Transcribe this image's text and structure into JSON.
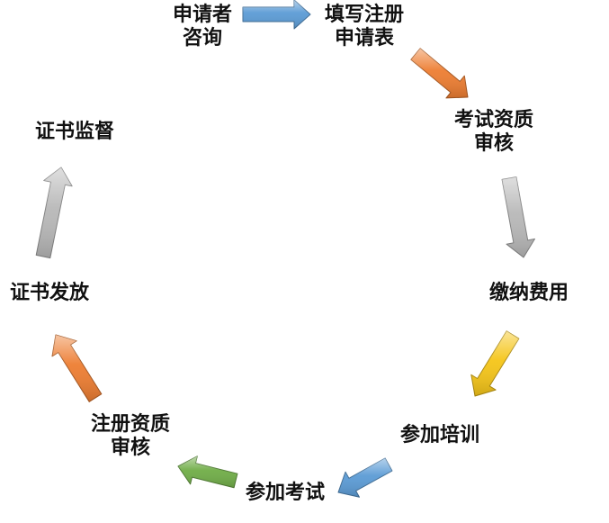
{
  "steps": [
    {
      "id": "s1",
      "line1": "申请者",
      "line2": "咨询"
    },
    {
      "id": "s2",
      "line1": "填写注册",
      "line2": "申请表"
    },
    {
      "id": "s3",
      "line1": "考试资质",
      "line2": "审核"
    },
    {
      "id": "s4",
      "line1": "缴纳费用",
      "line2": ""
    },
    {
      "id": "s5",
      "line1": "参加培训",
      "line2": ""
    },
    {
      "id": "s6",
      "line1": "参加考试",
      "line2": ""
    },
    {
      "id": "s7",
      "line1": "注册资质",
      "line2": "审核"
    },
    {
      "id": "s8",
      "line1": "证书发放",
      "line2": ""
    },
    {
      "id": "s9",
      "line1": "证书监督",
      "line2": ""
    }
  ],
  "arrows": [
    {
      "name": "arrow-consult-to-form",
      "color": "#5b9bd5"
    },
    {
      "name": "arrow-form-to-qualify",
      "color": "#ed7d31"
    },
    {
      "name": "arrow-qualify-to-fee",
      "color": "#b8b8b8"
    },
    {
      "name": "arrow-fee-to-training",
      "color": "#f5c518"
    },
    {
      "name": "arrow-training-to-exam",
      "color": "#5b9bd5"
    },
    {
      "name": "arrow-exam-to-registration",
      "color": "#70ad47"
    },
    {
      "name": "arrow-registration-to-cert",
      "color": "#ed7d31"
    },
    {
      "name": "arrow-cert-to-supervision",
      "color": "#b8b8b8"
    }
  ]
}
